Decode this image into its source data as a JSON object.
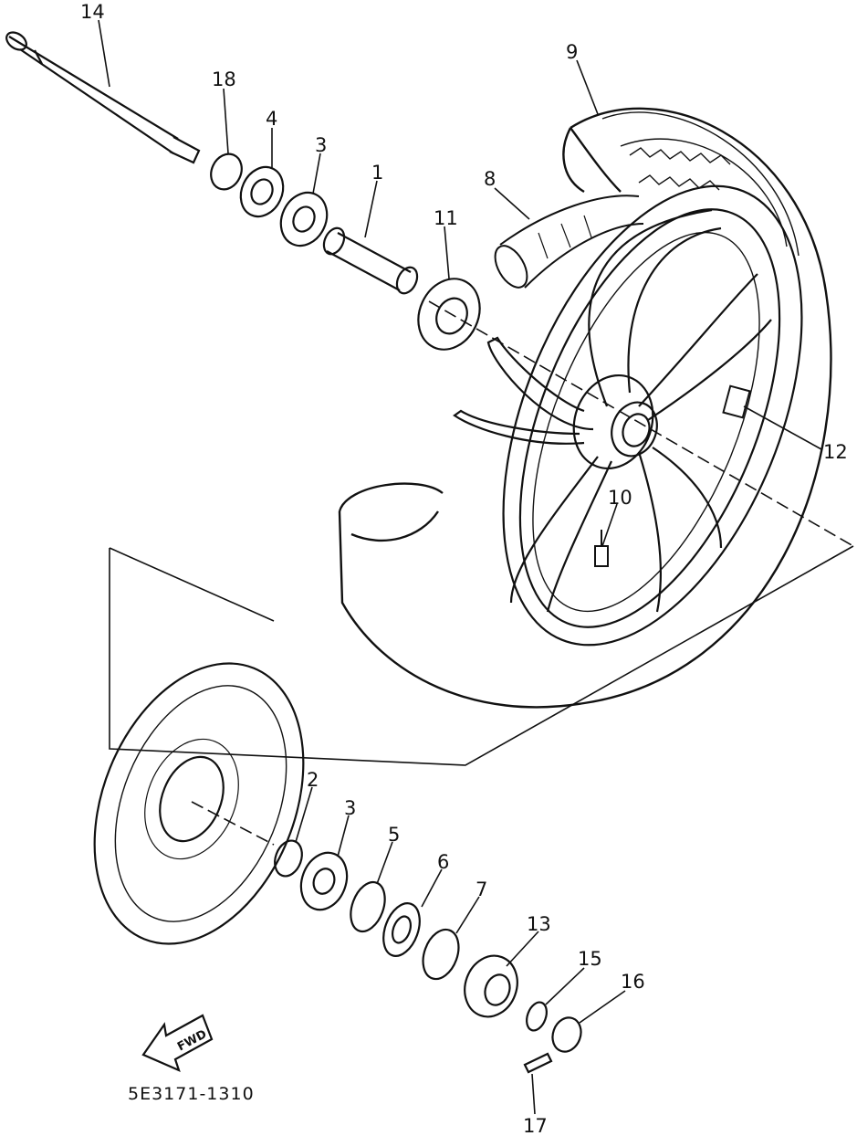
{
  "diagram": {
    "part_labels": {
      "p1": "1",
      "p2": "2",
      "p3a": "3",
      "p3b": "3",
      "p4": "4",
      "p5": "5",
      "p6": "6",
      "p7": "7",
      "p8": "8",
      "p9": "9",
      "p10": "10",
      "p11": "11",
      "p12": "12",
      "p13": "13",
      "p14": "14",
      "p15": "15",
      "p16": "16",
      "p17": "17",
      "p18": "18"
    },
    "fwd_arrow": "FWD",
    "drawing_code": "5E3171-1310"
  }
}
